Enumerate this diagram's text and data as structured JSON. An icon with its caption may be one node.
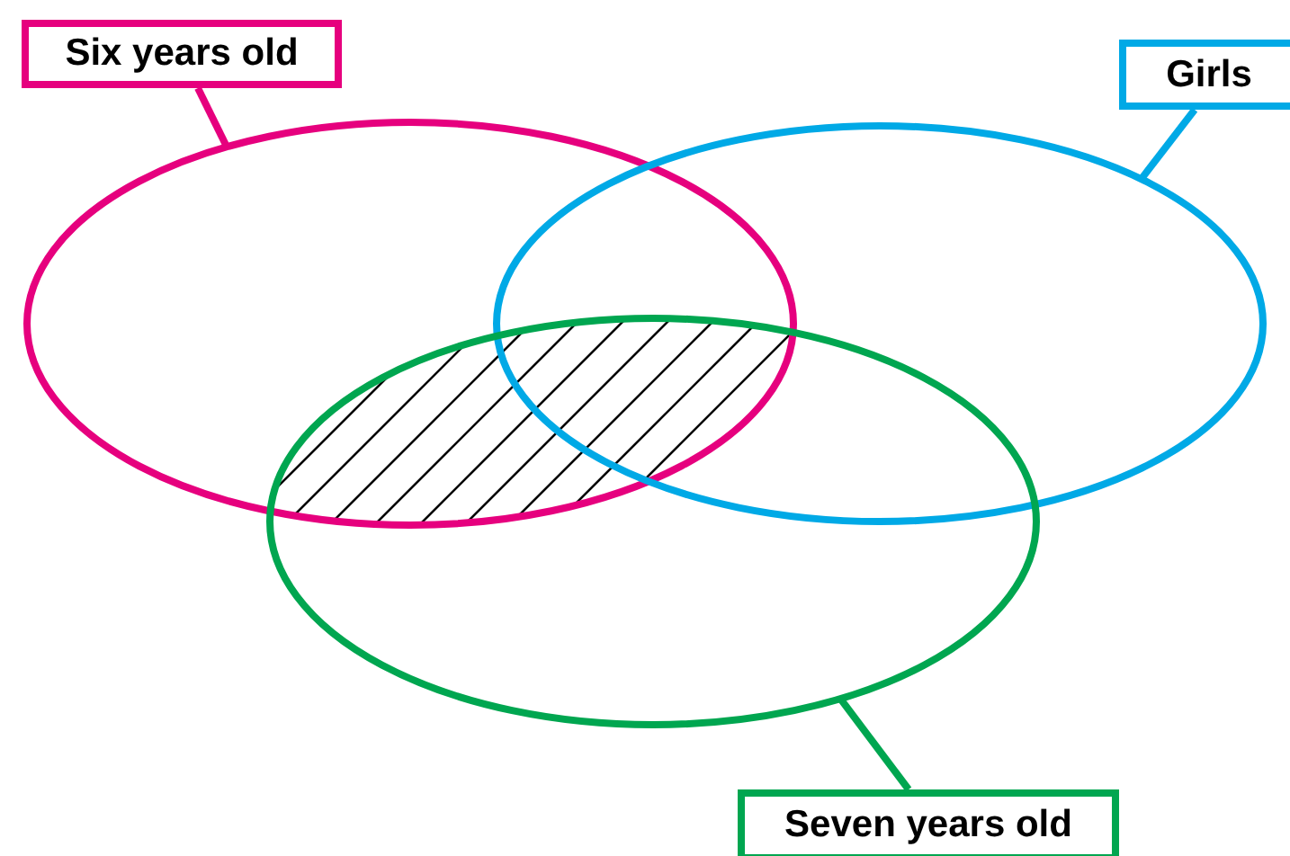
{
  "diagram": {
    "nodes": [
      {
        "text": [
          "Six years old"
        ]
      },
      {
        "text": [
          "Girls"
        ]
      },
      {
        "text": [
          "Seven years old"
        ]
      },
      {
        "text": [],
        "shape": "ellipse"
      },
      {
        "text": [],
        "shape": "ellipse"
      },
      {
        "text": [],
        "shape": "ellipse"
      }
    ],
    "edges": [
      {
        "from": 0,
        "to": 3,
        "arrow": "none",
        "color": "#e6007e"
      },
      {
        "from": 1,
        "to": 4,
        "arrow": "none",
        "color": "#00a9e6"
      },
      {
        "from": 2,
        "to": 5,
        "arrow": "none",
        "color": "#00a650"
      }
    ]
  }
}
